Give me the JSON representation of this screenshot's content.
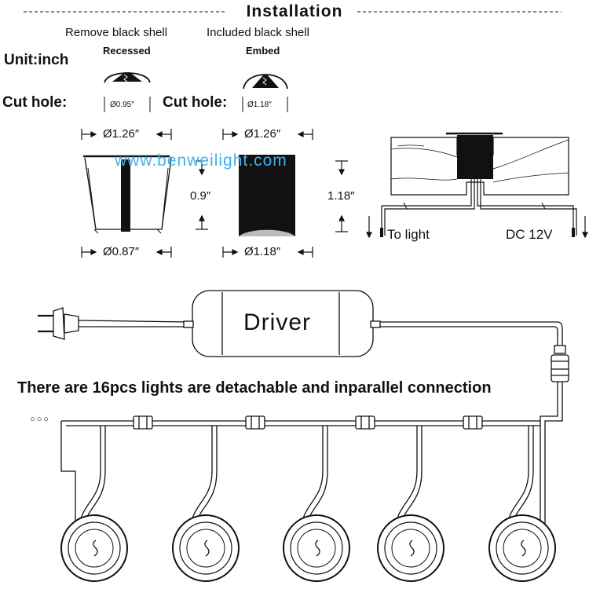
{
  "title": "Installation",
  "left_option": {
    "caption": "Remove black shell",
    "mode": "Recessed",
    "cut_hole": "Ø0.95″",
    "top_diameter": "Ø1.26″",
    "bottom_diameter": "Ø0.87″",
    "height": "0.9″"
  },
  "right_option": {
    "caption": "Included black shell",
    "mode": "Embed",
    "cut_hole": "Ø1.18″",
    "top_diameter": "Ø1.26″",
    "bottom_diameter": "Ø1.18″",
    "height": "1.18″"
  },
  "unit_label": "Unit:inch",
  "cut_hole_label": "Cut hole:",
  "watermark": "www.benweilight.com",
  "wiring": {
    "to_light": "To light",
    "power": "DC 12V"
  },
  "driver_label": "Driver",
  "note": "There are 16pcs lights are detachable and inparallel connection",
  "ellipsis": "○○○",
  "light_icon": "s-curve-icon",
  "colors": {
    "line": "#111111",
    "watermark": "#42b0ef"
  }
}
